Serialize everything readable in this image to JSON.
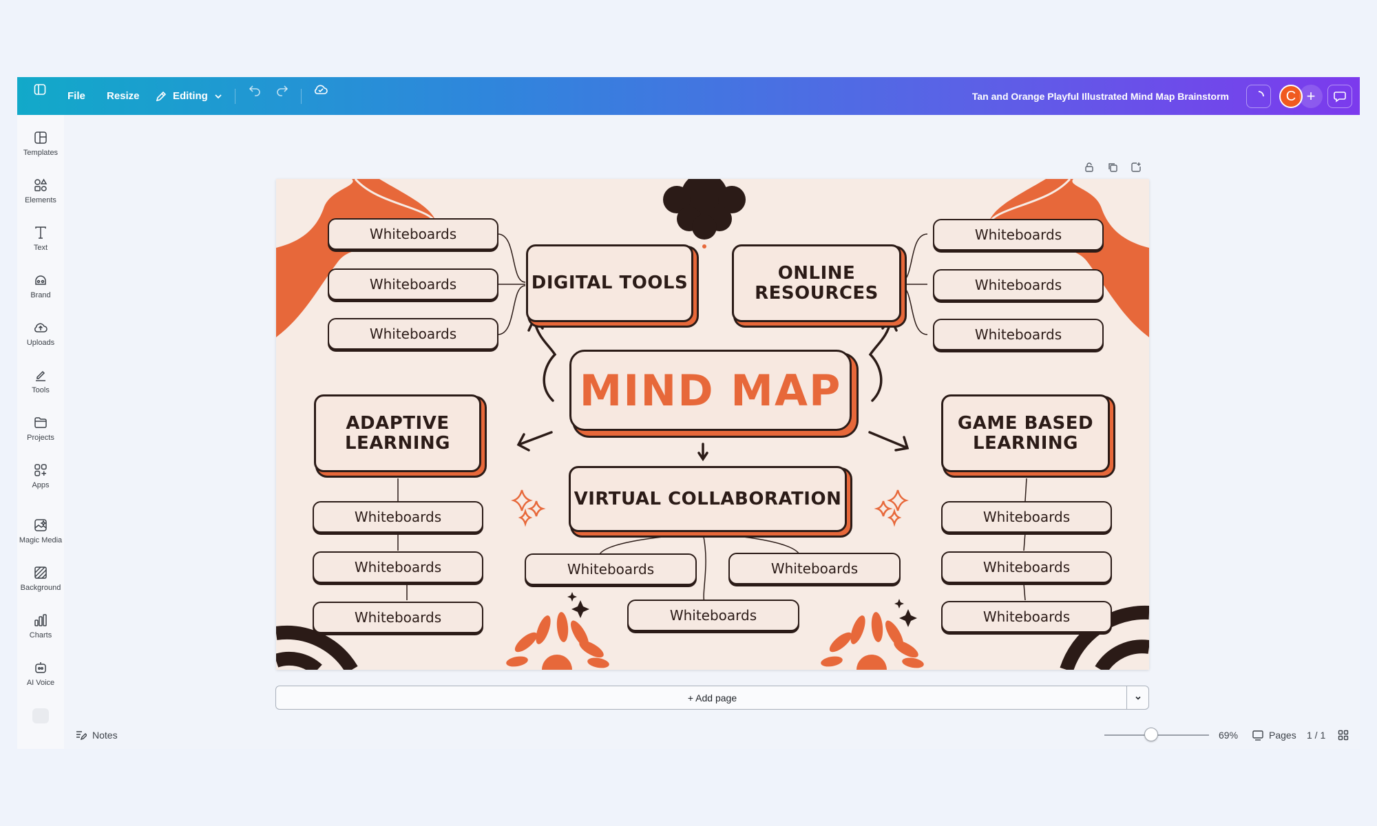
{
  "topbar": {
    "file_label": "File",
    "resize_label": "Resize",
    "editing_label": "Editing",
    "document_title": "Tan and Orange Playful Illustrated Mind Map Brainstorm",
    "avatar_initial": "C",
    "invite_symbol": "+"
  },
  "sidebar": {
    "items": [
      {
        "label": "Templates",
        "icon": "templates-icon"
      },
      {
        "label": "Elements",
        "icon": "elements-icon"
      },
      {
        "label": "Text",
        "icon": "text-icon"
      },
      {
        "label": "Brand",
        "icon": "brand-icon"
      },
      {
        "label": "Uploads",
        "icon": "uploads-icon"
      },
      {
        "label": "Tools",
        "icon": "tools-icon"
      },
      {
        "label": "Projects",
        "icon": "projects-icon"
      },
      {
        "label": "Apps",
        "icon": "apps-icon"
      },
      {
        "label": "Magic Media",
        "icon": "magic-media-icon"
      },
      {
        "label": "Background",
        "icon": "background-icon"
      },
      {
        "label": "Charts",
        "icon": "charts-icon"
      },
      {
        "label": "AI Voice",
        "icon": "ai-voice-icon"
      }
    ]
  },
  "design": {
    "title": "MIND MAP",
    "topics": {
      "digital_tools": "DIGITAL TOOLS",
      "online_resources": "ONLINE RESOURCES",
      "adaptive_learning": "ADAPTIVE LEARNING",
      "game_based_learning": "GAME BASED LEARNING",
      "virtual_collaboration": "VIRTUAL COLLABORATION"
    },
    "leaf_label": "Whiteboards",
    "colors": {
      "accent": "#e7683a",
      "ink": "#2b1b17",
      "paper": "#f7ebe4"
    }
  },
  "canvas": {
    "add_page_label": "+ Add page"
  },
  "bottombar": {
    "notes_label": "Notes",
    "zoom_level": "69%",
    "zoom_fraction": 0.45,
    "pages_label": "Pages",
    "page_counter": "1 / 1"
  }
}
